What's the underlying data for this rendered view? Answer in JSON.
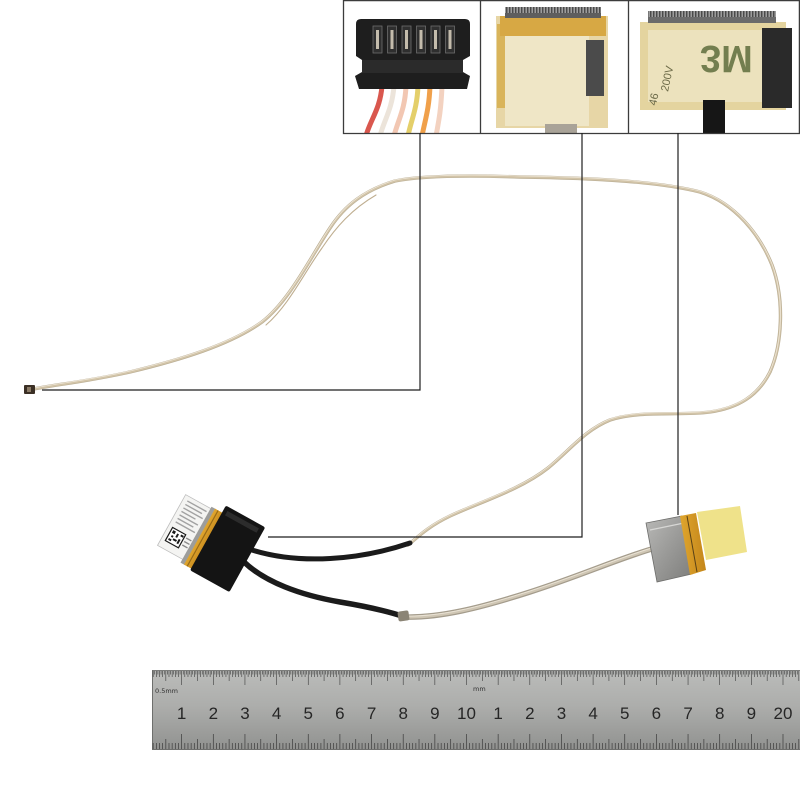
{
  "ruler": {
    "unit_fine": "0.5mm",
    "unit": "mm",
    "labels": [
      "1",
      "2",
      "3",
      "4",
      "5",
      "6",
      "7",
      "8",
      "9",
      "10",
      "1",
      "2",
      "3",
      "4",
      "5",
      "6",
      "7",
      "8",
      "9",
      "20"
    ]
  },
  "sticker_marking": {
    "brand": "3M",
    "rating": "200V",
    "code": "46"
  },
  "colors": {
    "background": "#ffffff",
    "wire": "#d2c4a8",
    "black_cable": "#1b1b1b",
    "flat_cable": "#cfc6b4",
    "leader_line": "#1f1f1f",
    "ruler_body": "#a8a9a7"
  }
}
